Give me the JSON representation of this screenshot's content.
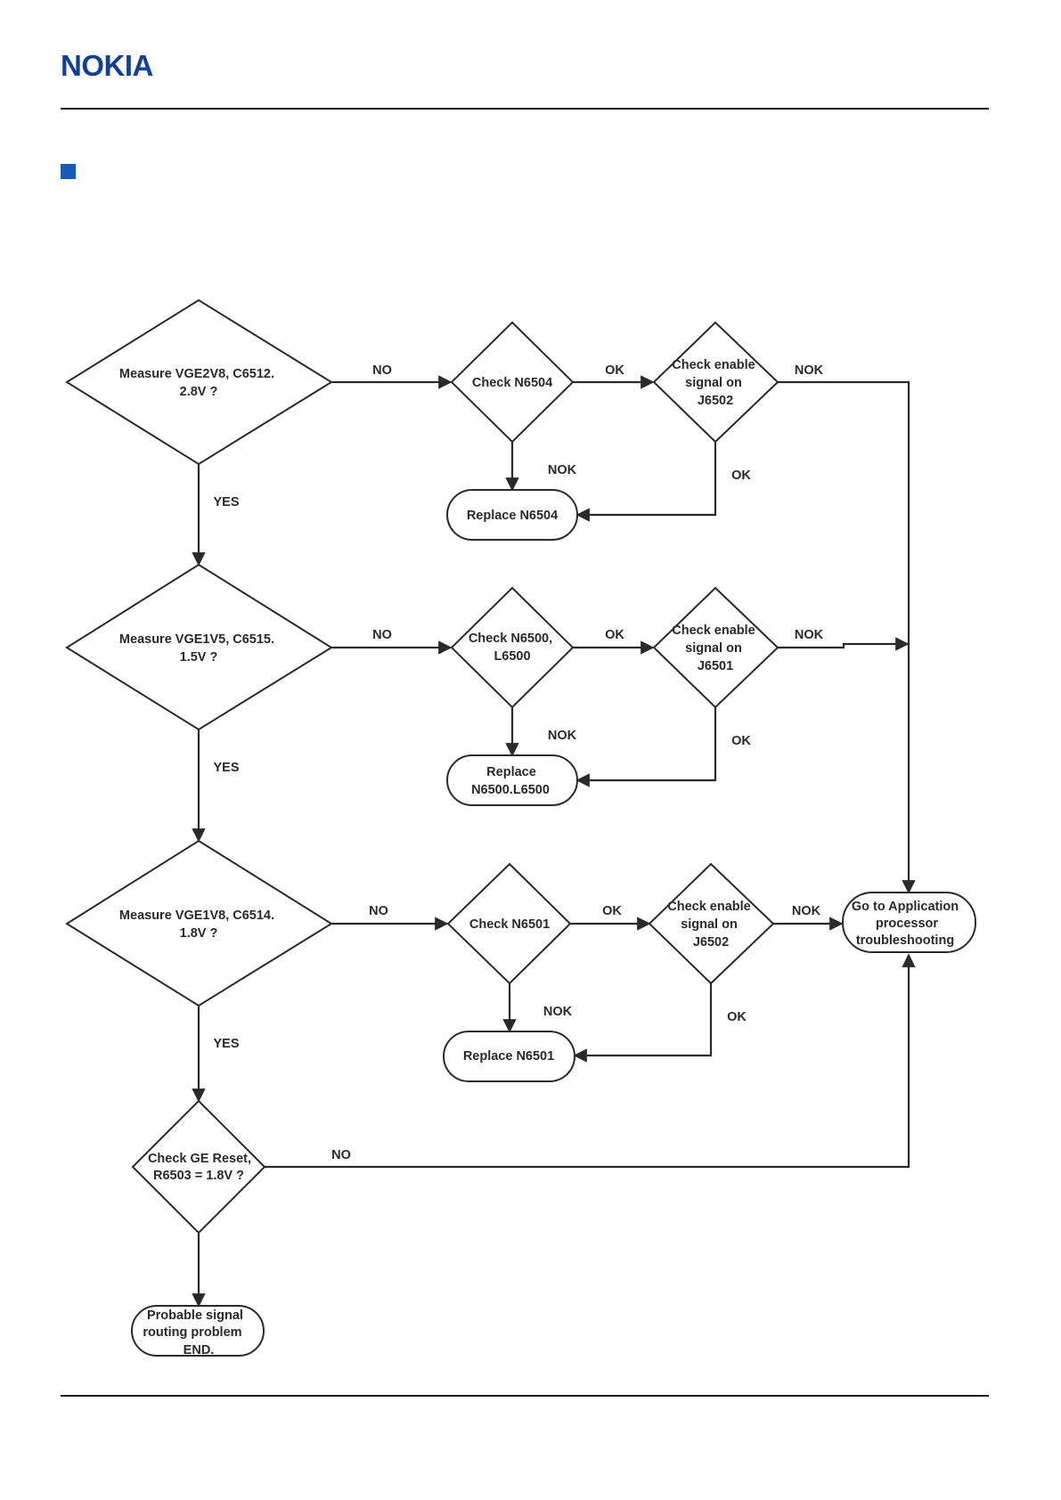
{
  "brand": {
    "logo_text": "NOKIA",
    "logo_color": "#124191"
  },
  "colors": {
    "section_marker": "#1a5ab4",
    "line": "#2a2a2a"
  },
  "flowchart": {
    "decisions": {
      "measure_vge2v8": [
        "Measure VGE2V8, C6512.",
        "2.8V ?"
      ],
      "check_n6504": [
        "Check N6504"
      ],
      "check_enable_j6502_a": [
        "Check enable",
        "signal on",
        "J6502"
      ],
      "measure_vge1v5": [
        "Measure VGE1V5, C6515.",
        "1.5V ?"
      ],
      "check_n6500_l6500": [
        "Check N6500,",
        "L6500"
      ],
      "check_enable_j6501": [
        "Check enable",
        "signal on",
        "J6501"
      ],
      "measure_vge1v8": [
        "Measure VGE1V8, C6514.",
        "1.8V ?"
      ],
      "check_n6501": [
        "Check N6501"
      ],
      "check_enable_j6502_b": [
        "Check enable",
        "signal on",
        "J6502"
      ],
      "check_ge_reset": [
        "Check GE Reset,",
        "R6503 = 1.8V ?"
      ]
    },
    "terminals": {
      "replace_n6504": [
        "Replace N6504"
      ],
      "replace_n6500_l6500": [
        "Replace",
        "N6500.L6500"
      ],
      "replace_n6501": [
        "Replace N6501"
      ],
      "go_to_application": [
        "Go to Application",
        "processor",
        "troubleshooting"
      ],
      "probable_signal_routing": [
        "Probable signal",
        "routing problem",
        "END."
      ]
    },
    "edge_labels": {
      "r1_no": "NO",
      "r1_ok": "OK",
      "r1_nok_right": "NOK",
      "r1_nok_down": "NOK",
      "r1_ok_down": "OK",
      "r1_yes": "YES",
      "r2_no": "NO",
      "r2_ok": "OK",
      "r2_nok_right": "NOK",
      "r2_nok_down": "NOK",
      "r2_ok_down": "OK",
      "r2_yes": "YES",
      "r3_no": "NO",
      "r3_ok": "OK",
      "r3_nok_right": "NOK",
      "r3_nok_down": "NOK",
      "r3_ok_down": "OK",
      "r3_yes": "YES",
      "reset_no": "NO"
    }
  }
}
